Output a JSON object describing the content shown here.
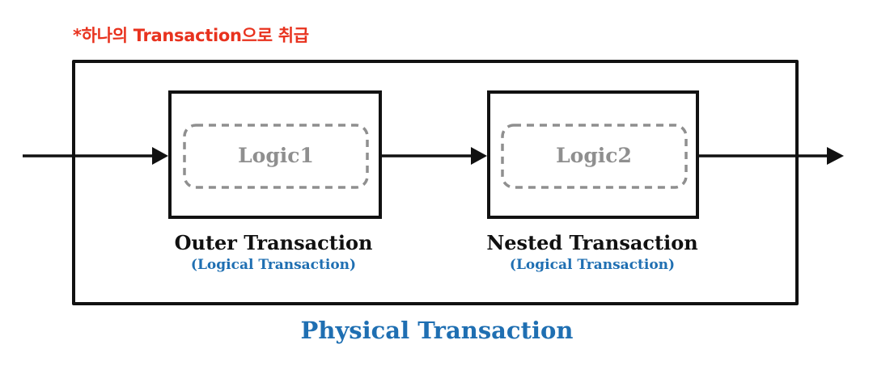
{
  "note": "*하나의 Transaction으로 취급",
  "physical_label": "Physical Transaction",
  "outer": {
    "logic_label": "Logic1",
    "title": "Outer Transaction",
    "subtitle": "(Logical Transaction)"
  },
  "nested": {
    "logic_label": "Logic2",
    "title": "Nested Transaction",
    "subtitle": "(Logical Transaction)"
  },
  "colors": {
    "note": "#e8321e",
    "accent_blue": "#1f6fb2",
    "logic_gray": "#8f8f8f",
    "stroke": "#111111"
  }
}
